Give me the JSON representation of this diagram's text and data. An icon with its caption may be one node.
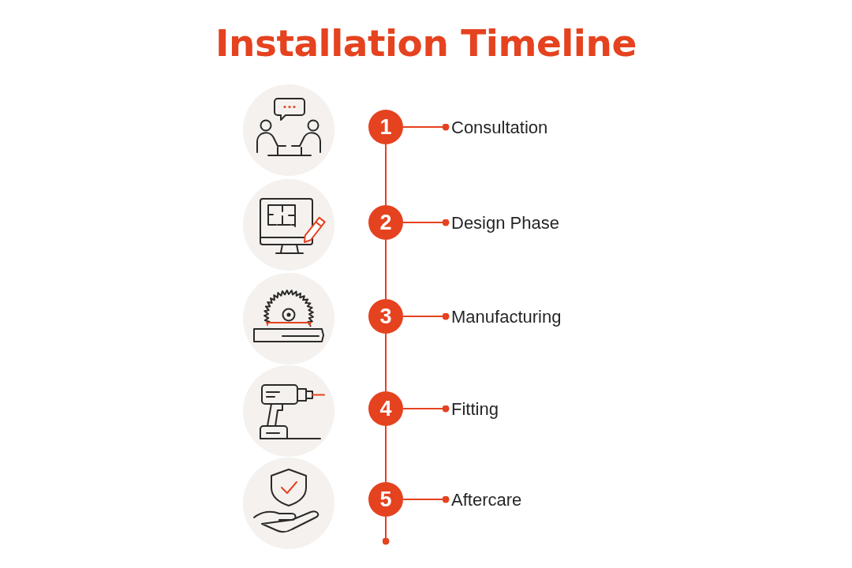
{
  "diagram": {
    "title": "Installation Timeline",
    "nodes": [
      {
        "text": [],
        "shape": "picture"
      },
      {
        "text": [
          "1"
        ]
      },
      {
        "text": [
          "Consultation"
        ]
      },
      {
        "text": [],
        "shape": "picture"
      },
      {
        "text": [
          "2"
        ]
      },
      {
        "text": [
          "Design Phase"
        ]
      },
      {
        "text": [],
        "shape": "picture"
      },
      {
        "text": [
          "3"
        ]
      },
      {
        "text": [
          "Manufacturing"
        ]
      },
      {
        "text": [],
        "shape": "picture"
      },
      {
        "text": [
          "4"
        ]
      },
      {
        "text": [
          "Fitting"
        ]
      },
      {
        "text": [],
        "shape": "picture"
      },
      {
        "text": [
          "5"
        ]
      },
      {
        "text": [
          "Aftercare"
        ]
      }
    ],
    "edges": [
      {
        "from": 1,
        "to": 2,
        "arrow": "other"
      },
      {
        "from": 1,
        "to": 4,
        "arrow": "none"
      },
      {
        "from": 4,
        "to": 5,
        "arrow": "other"
      },
      {
        "from": 4,
        "to": 7,
        "arrow": "none"
      },
      {
        "from": 7,
        "to": 8,
        "arrow": "other"
      },
      {
        "from": 7,
        "to": 10,
        "arrow": "none"
      },
      {
        "from": 10,
        "to": 11,
        "arrow": "other"
      },
      {
        "from": 10,
        "to": 13,
        "arrow": "none"
      },
      {
        "from": 13,
        "to": 14,
        "arrow": "other"
      },
      {
        "from": 13,
        "to": null,
        "arrow": "other"
      }
    ]
  }
}
